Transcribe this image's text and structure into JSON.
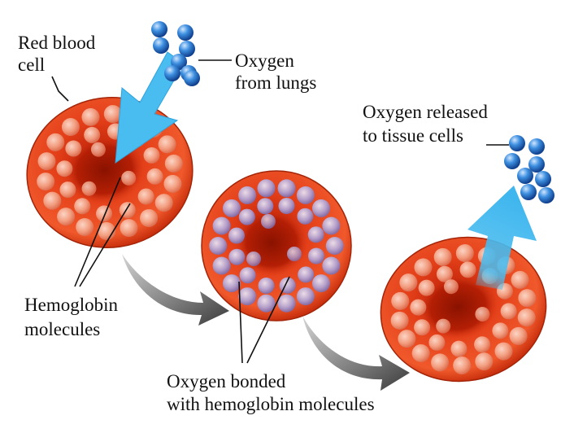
{
  "labels": {
    "red_blood_cell": [
      "Red blood",
      "cell"
    ],
    "oxygen_from_lungs": [
      "Oxygen",
      "from lungs"
    ],
    "oxygen_released": [
      "Oxygen released",
      "to tissue cells"
    ],
    "hemoglobin": [
      "Hemoglobin",
      "molecules"
    ],
    "oxygen_bonded": [
      "Oxygen bonded",
      "with hemoglobin molecules"
    ]
  },
  "colors": {
    "cell_red": "#e9441e",
    "cell_dark": "#8c1400",
    "hemoglobin_pink": "#f4a58c",
    "oxygen_blue": "#2c7fd6",
    "bonded_lavender": "#b4a8d6",
    "arrow_blue": "#49bdf0",
    "arrow_gray": "#6a6a6a"
  }
}
